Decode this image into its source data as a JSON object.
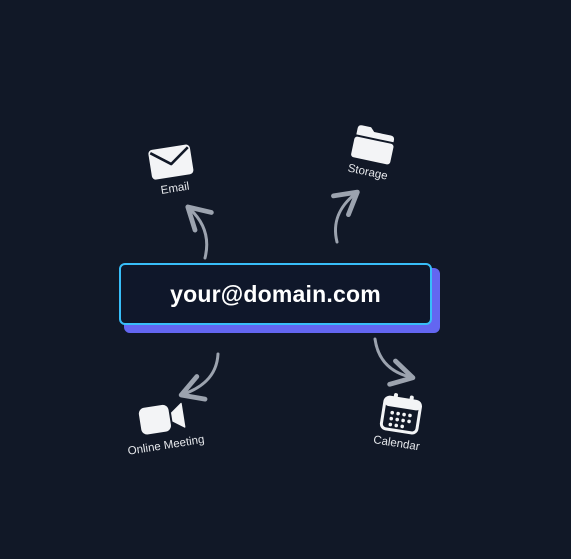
{
  "domain_box": {
    "text": "your@domain.com"
  },
  "nodes": {
    "email": {
      "label": "Email",
      "icon": "envelope-icon"
    },
    "storage": {
      "label": "Storage",
      "icon": "folder-icon"
    },
    "online_meeting": {
      "label": "Online Meeting",
      "icon": "video-camera-icon"
    },
    "calendar": {
      "label": "Calendar",
      "icon": "calendar-icon"
    }
  },
  "colors": {
    "background": "#111827",
    "box_border": "#38bdf8",
    "box_shadow": "#6366f1",
    "box_fill": "#0f172a",
    "icon": "#f3f4f6",
    "arrow": "#9ca3af"
  }
}
